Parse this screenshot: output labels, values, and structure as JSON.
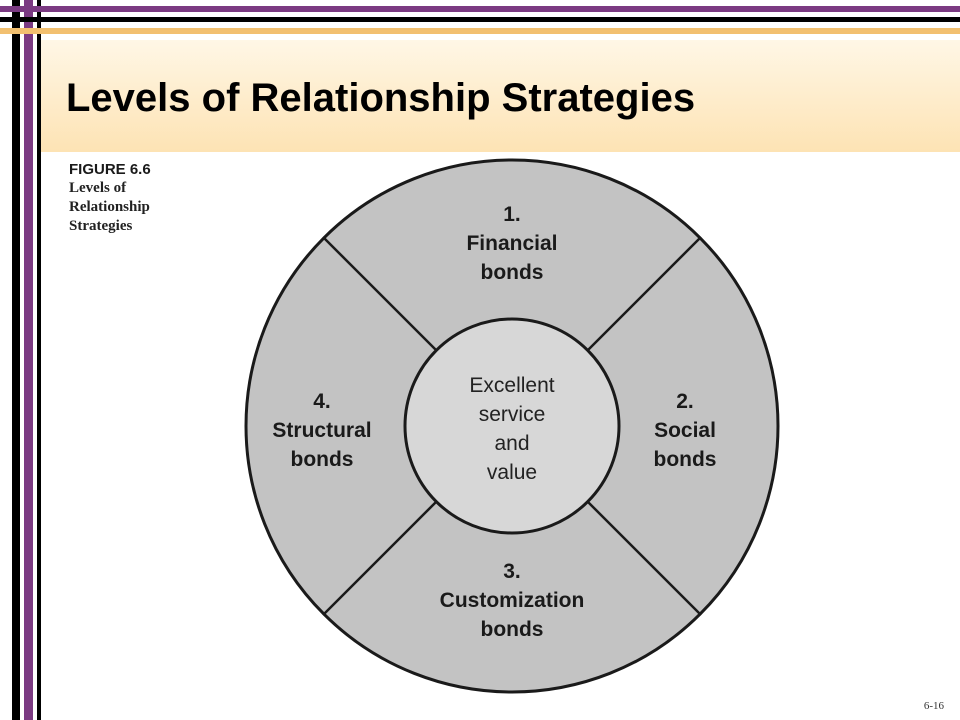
{
  "slide": {
    "title": "Levels of Relationship Strategies",
    "slide_number": "6-16"
  },
  "figure": {
    "number": "FIGURE 6.6",
    "caption_lines": [
      "Levels of",
      "Relationship",
      "Strategies"
    ]
  },
  "diagram": {
    "center": {
      "lines": [
        "Excellent",
        "service",
        "and",
        "value"
      ]
    },
    "segments": [
      {
        "position": "top",
        "lines": [
          "1.",
          "Financial",
          "bonds"
        ]
      },
      {
        "position": "right",
        "lines": [
          "2.",
          "Social",
          "bonds"
        ]
      },
      {
        "position": "bottom",
        "lines": [
          "3.",
          "Customization",
          "bonds"
        ]
      },
      {
        "position": "left",
        "lines": [
          "4.",
          "Structural",
          "bonds"
        ]
      }
    ],
    "colors": {
      "outer_fill": "#c3c3c3",
      "inner_fill": "#d7d7d7",
      "stroke": "#1a1a1a"
    }
  }
}
